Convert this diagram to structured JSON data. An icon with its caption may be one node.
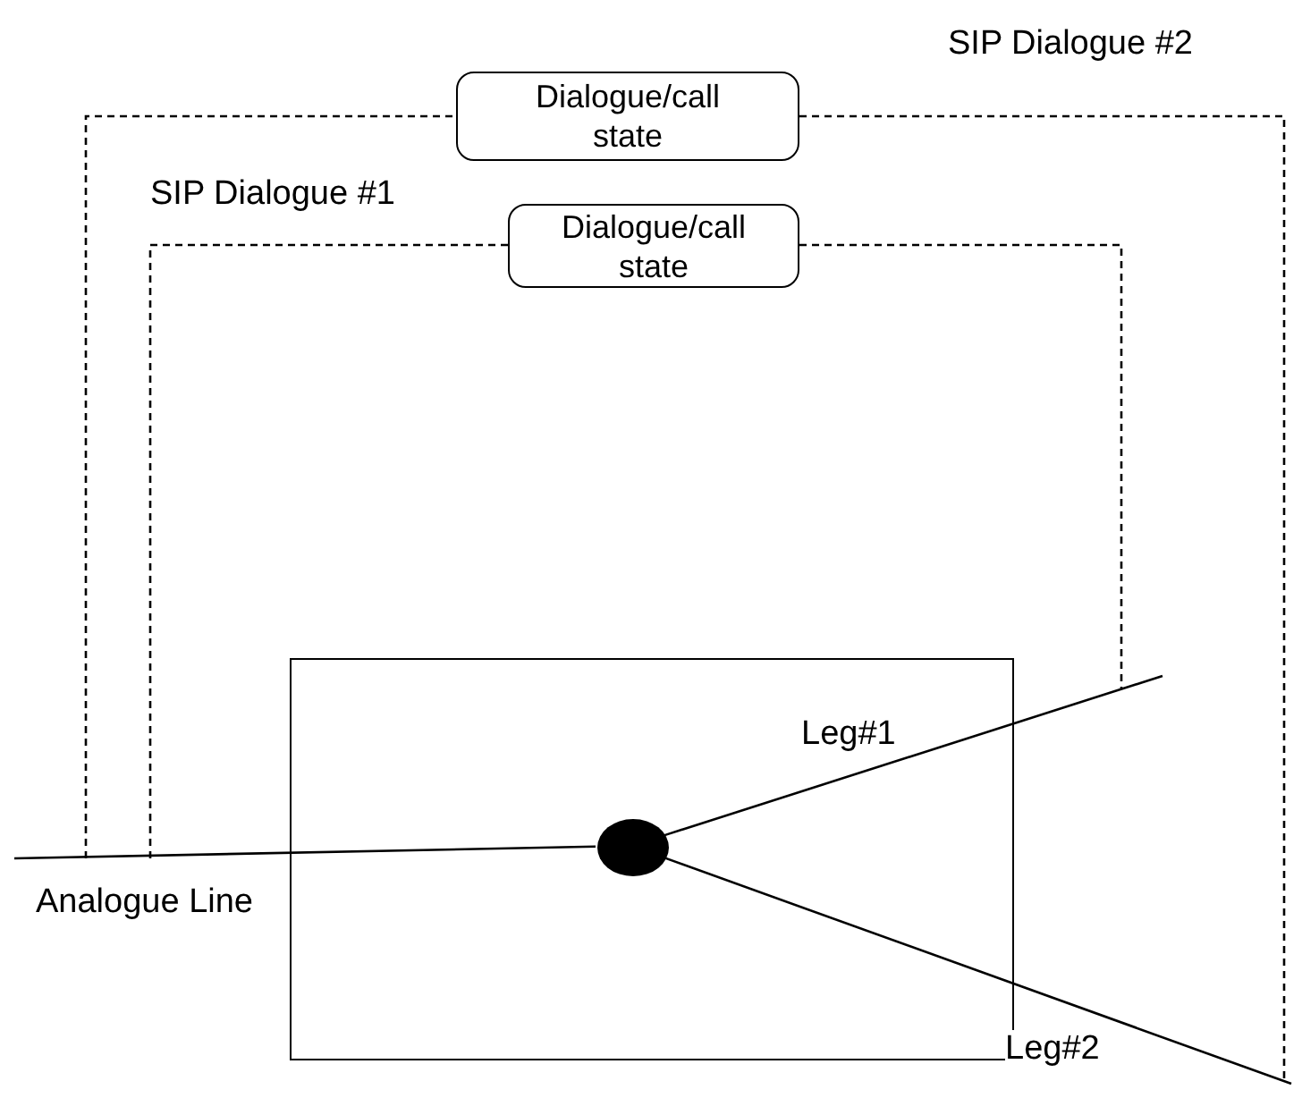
{
  "diagram": {
    "nodes": [
      {
        "text": [
          "Dialogue/call state"
        ]
      },
      {
        "text": [
          "Dialogue/call state"
        ]
      },
      {
        "text": [],
        "shape": "box"
      },
      {
        "text": [],
        "shape": "circle",
        "in": 2
      }
    ],
    "edges": [
      {
        "from": null,
        "to": 3,
        "arrow": "none",
        "label": "Analogue Line"
      },
      {
        "from": 3,
        "to": null,
        "arrow": "none",
        "label": "Leg#1"
      },
      {
        "from": 3,
        "to": null,
        "arrow": "none",
        "label": "Leg#2"
      },
      {
        "from": null,
        "to": 0,
        "arrow": "none",
        "style": "dashed"
      },
      {
        "from": 0,
        "to": null,
        "arrow": "none",
        "style": "dashed",
        "label": "SIP Dialogue #2"
      },
      {
        "from": null,
        "to": 1,
        "arrow": "none",
        "style": "dashed",
        "label": "SIP Dialogue #1"
      },
      {
        "from": 1,
        "to": null,
        "arrow": "none",
        "style": "dashed"
      }
    ]
  }
}
